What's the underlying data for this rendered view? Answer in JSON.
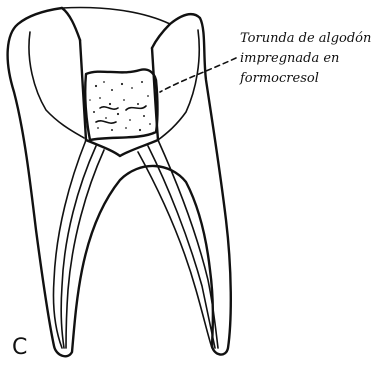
{
  "figure": {
    "annotation_lines": [
      "Torunda de algodón",
      "impregnada en",
      "formocresol"
    ],
    "panel_label": "C"
  }
}
